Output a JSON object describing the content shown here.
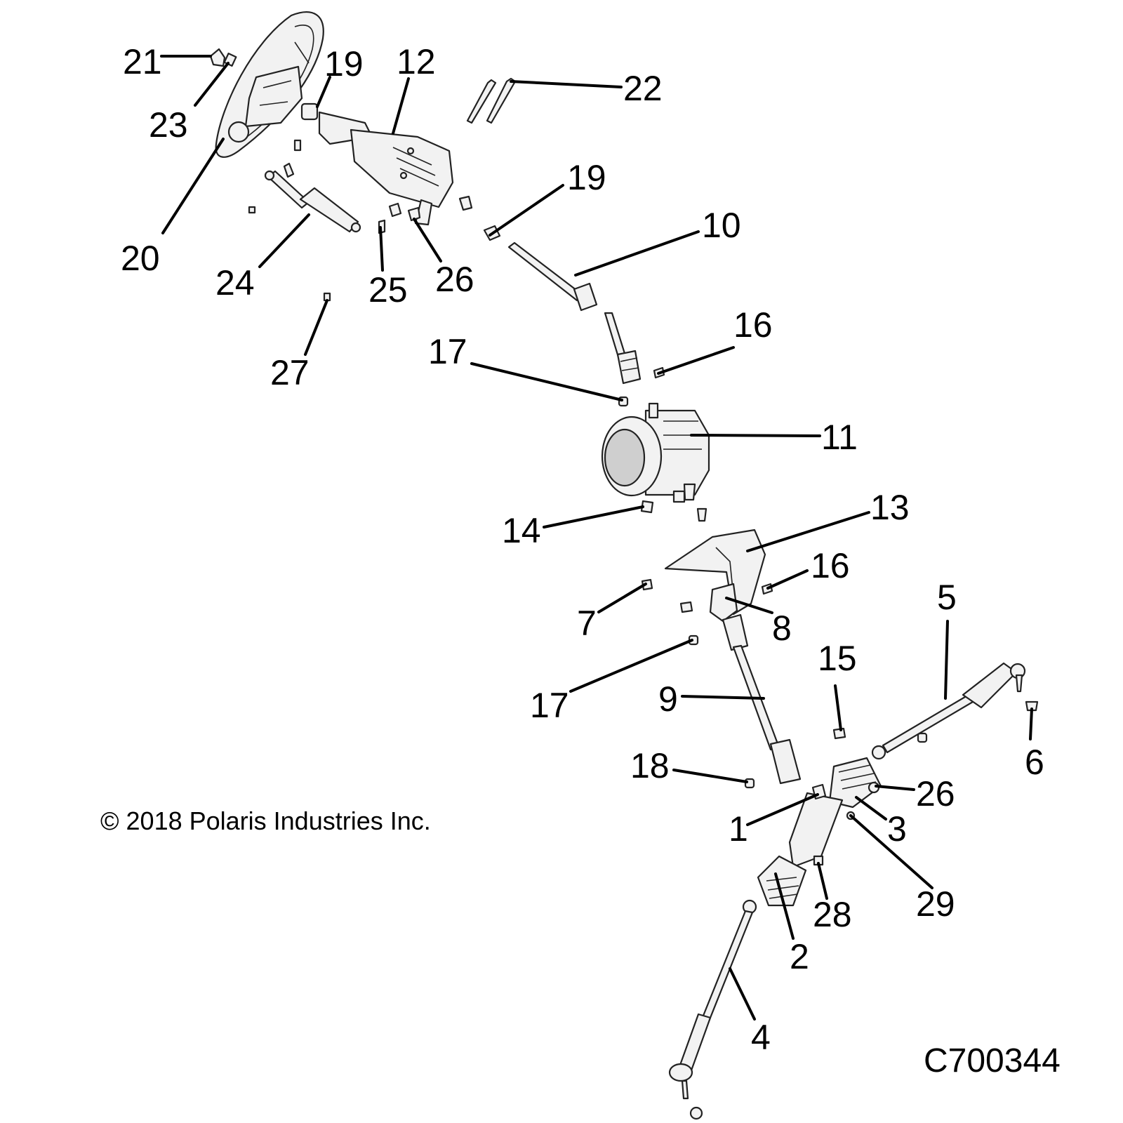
{
  "diagram": {
    "copyright": "© 2018 Polaris Industries Inc.",
    "drawing_code": "C700344",
    "callouts": [
      "1",
      "2",
      "3",
      "4",
      "5",
      "6",
      "7",
      "8",
      "9",
      "10",
      "11",
      "12",
      "13",
      "14",
      "15",
      "16",
      "16",
      "17",
      "17",
      "18",
      "19",
      "19",
      "20",
      "21",
      "22",
      "23",
      "24",
      "25",
      "26",
      "26",
      "27",
      "28",
      "29"
    ]
  }
}
